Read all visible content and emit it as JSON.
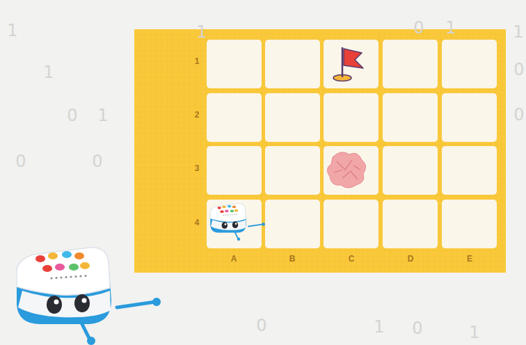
{
  "diagram": {
    "labels": [
      "1",
      "2",
      "3",
      "4",
      "A",
      "B",
      "C",
      "D",
      "E",
      "1",
      "1",
      "0",
      "1",
      "0",
      "0",
      "0",
      "0",
      "1",
      "0",
      "1",
      "1",
      "0",
      "1",
      "0",
      "1"
    ]
  }
}
